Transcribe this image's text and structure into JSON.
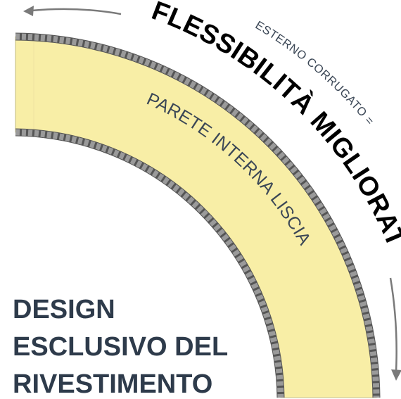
{
  "labels": {
    "outer_caption": "ESTERNO CORRUGATO =",
    "flexibility": "FLESSIBILITÀ MIGLIORATA",
    "inner_wall": "PARETE INTERNA LISCIA"
  },
  "headline": {
    "line1": "DESIGN",
    "line2": "ESCLUSIVO DEL",
    "line3": "RIVESTIMENTO"
  },
  "colors": {
    "pipe_fill": "#f8eea6",
    "corrugation": "#8e8e8e",
    "corrugation_dark": "#555555",
    "headline": "#2e3b4b",
    "arrow": "#7a7a7a"
  },
  "icons": {
    "top_arrow": "arrow-left-curved-icon",
    "side_arrow": "arrow-down-curved-icon"
  }
}
